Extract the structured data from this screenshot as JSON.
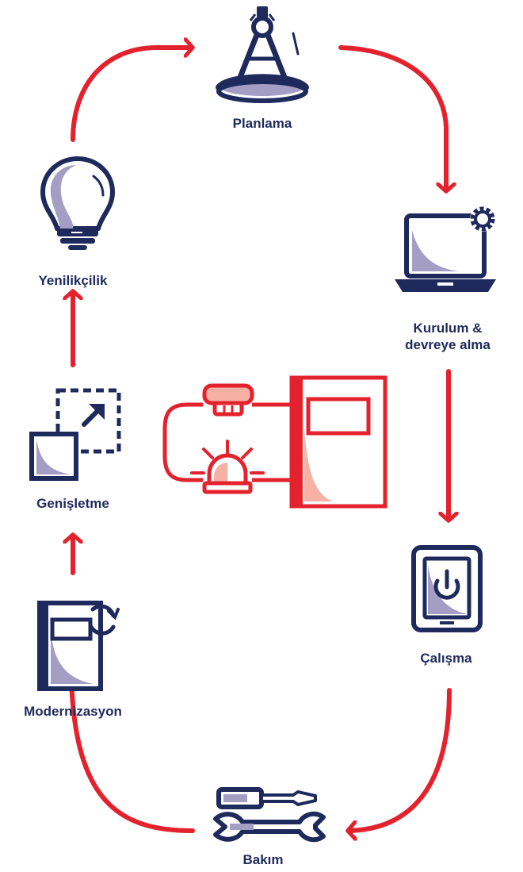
{
  "colors": {
    "navy": "#1f2a5c",
    "red": "#e3222d",
    "shade": "#a59ec4",
    "light_red": "#f7b0a4",
    "white": "#ffffff"
  },
  "stages": {
    "planning": {
      "label": "Planlama",
      "icon": "compass-icon"
    },
    "installation": {
      "label_line1": "Kurulum &",
      "label_line2": "devreye alma",
      "icon": "laptop-gear-icon"
    },
    "operation": {
      "label": "Çalışma",
      "icon": "tablet-power-icon"
    },
    "maintenance": {
      "label": "Bakım",
      "icon": "tools-icon"
    },
    "modernization": {
      "label": "Modernizasyon",
      "icon": "panel-refresh-icon"
    },
    "expansion": {
      "label": "Genişletme",
      "icon": "expand-icon"
    },
    "innovation": {
      "label": "Yenilikçilik",
      "icon": "lightbulb-icon"
    }
  },
  "center": {
    "icon": "fire-alarm-system-icon"
  }
}
